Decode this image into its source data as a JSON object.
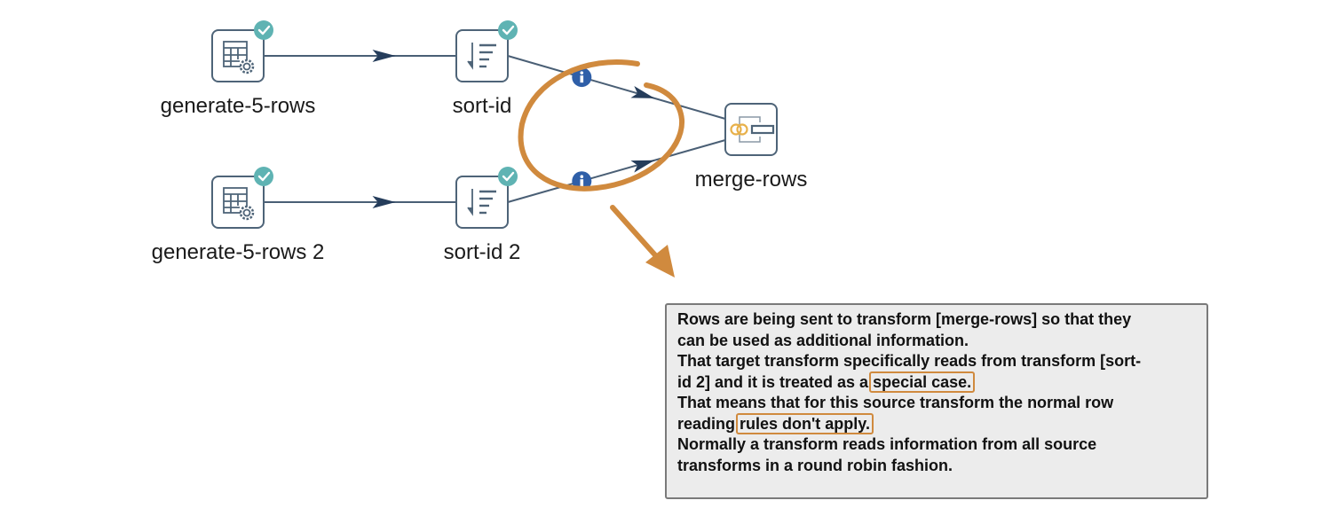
{
  "diagram": {
    "nodes": [
      {
        "id": "generate-5-rows",
        "label": "generate-5-rows",
        "icon": "table-gear-icon",
        "status": "success-check"
      },
      {
        "id": "sort-id",
        "label": "sort-id",
        "icon": "sort-descending-icon",
        "status": "success-check"
      },
      {
        "id": "generate-5-rows-2",
        "label": "generate-5-rows 2",
        "icon": "table-gear-icon",
        "status": "success-check"
      },
      {
        "id": "sort-id-2",
        "label": "sort-id 2",
        "icon": "sort-descending-icon",
        "status": "success-check"
      },
      {
        "id": "merge-rows",
        "label": "merge-rows",
        "icon": "merge-rows-icon",
        "status": ""
      }
    ],
    "hops": [
      {
        "from": "generate-5-rows",
        "to": "sort-id",
        "info_icon": false
      },
      {
        "from": "generate-5-rows-2",
        "to": "sort-id-2",
        "info_icon": false
      },
      {
        "from": "sort-id",
        "to": "merge-rows",
        "info_icon": true
      },
      {
        "from": "sort-id-2",
        "to": "merge-rows",
        "info_icon": true
      }
    ]
  },
  "colors": {
    "node_border": "#4e6478",
    "hop_line": "#4a5f75",
    "arrow_head": "#253d5b",
    "check_badge": "#5fb3b3",
    "info_badge": "#2f5fa8",
    "annotation": "#d08a3e",
    "merge_accent": "#e7b04a"
  },
  "tooltip": {
    "lines": [
      {
        "text": "Rows are being sent to transform [merge-rows] so that they",
        "highlight": ""
      },
      {
        "text": "can be used as additional information.",
        "highlight": ""
      },
      {
        "text": "That target transform specifically reads from transform [sort-",
        "highlight": ""
      },
      {
        "text": "id 2] and it is treated as a",
        "highlight": "special case."
      },
      {
        "text": "That means that for this source transform the normal row",
        "highlight": ""
      },
      {
        "text": "reading",
        "highlight": "rules don't apply."
      },
      {
        "text": "Normally a transform reads information from all source",
        "highlight": ""
      },
      {
        "text": "transforms in a round robin fashion.",
        "highlight": ""
      }
    ]
  }
}
